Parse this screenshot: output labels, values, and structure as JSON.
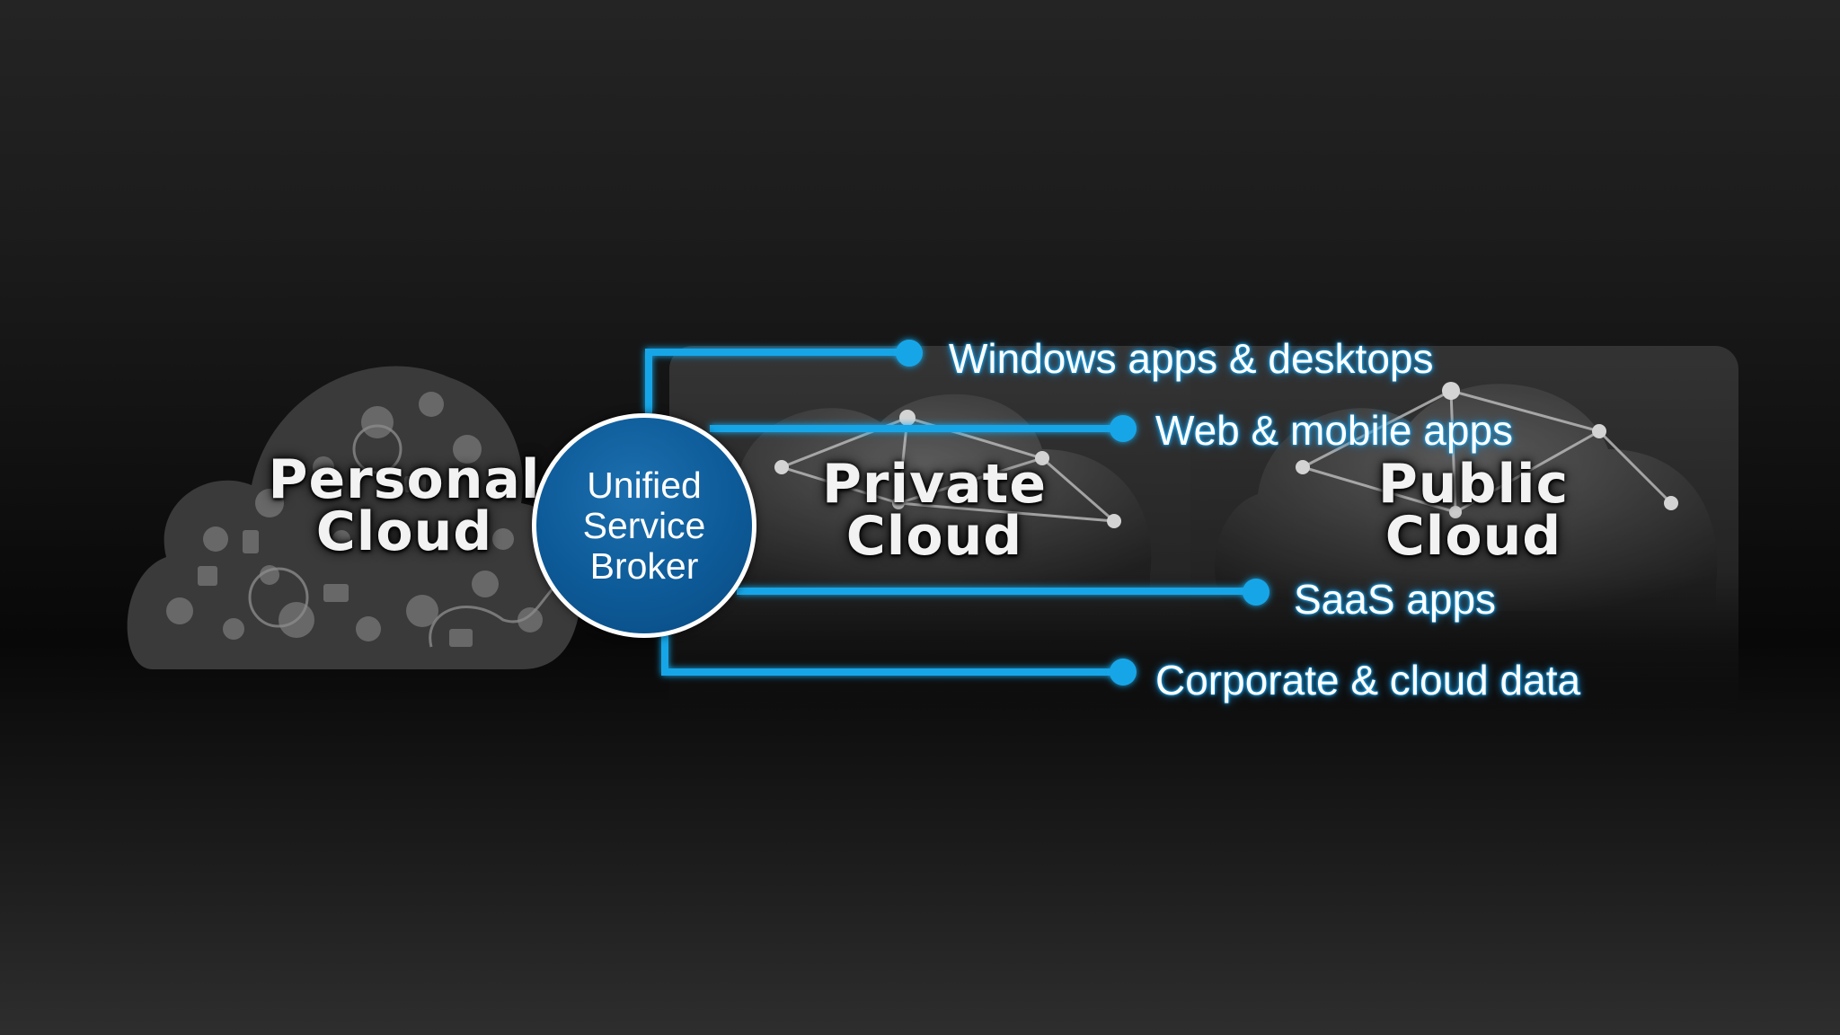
{
  "personal_cloud": {
    "lines": [
      "Personal",
      "Cloud"
    ]
  },
  "private_cloud": {
    "lines": [
      "Private",
      "Cloud"
    ]
  },
  "public_cloud": {
    "lines": [
      "Public",
      "Cloud"
    ]
  },
  "broker": {
    "lines": [
      "Unified",
      "Service",
      "Broker"
    ]
  },
  "services": [
    "Windows apps & desktops",
    "Web & mobile apps",
    "SaaS apps",
    "Corporate & cloud data"
  ],
  "colors": {
    "accent": "#17a6e8",
    "broker_fill": "#0d5a98",
    "text": "#ffffff"
  },
  "icons": [
    "personal-cloud-icon-mosaic",
    "private-cloud-network-icon",
    "public-cloud-network-icon"
  ]
}
